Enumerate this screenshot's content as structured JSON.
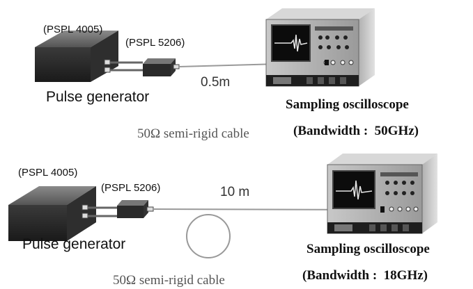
{
  "top": {
    "generator_model": "(PSPL 4005)",
    "head_model": "(PSPL 5206)",
    "distance": "0.5m",
    "generator_label": "Pulse generator",
    "oscilloscope_label": "Sampling oscilloscope",
    "bandwidth_prefix": "(Bandwidth :",
    "bandwidth_value": "50GHz)",
    "cable_label": "50Ω semi-rigid cable"
  },
  "bottom": {
    "generator_model": "(PSPL 4005)",
    "head_model": "(PSPL 5206)",
    "distance": "10 m",
    "generator_label": "Pulse generator",
    "oscilloscope_label": "Sampling oscilloscope",
    "bandwidth_prefix": "(Bandwidth :",
    "bandwidth_value": "18GHz)",
    "cable_label": "50Ω semi-rigid cable"
  }
}
